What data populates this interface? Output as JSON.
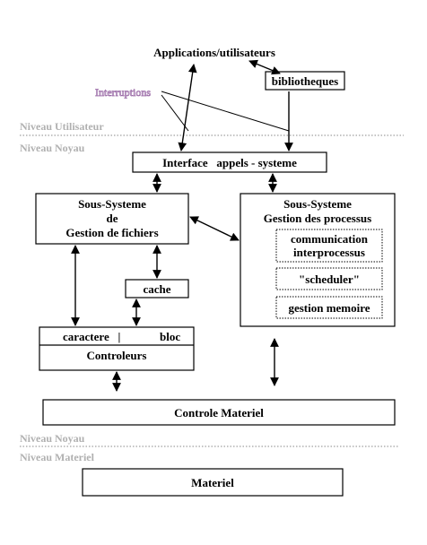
{
  "colors": {
    "line": "#000000",
    "level_text": "#b0b0b0",
    "interrupt_outline": "#9a6aa6"
  },
  "labels": {
    "applications": "Applications/utilisateurs",
    "bibliotheques": "bibliotheques",
    "interruptions": "Interruptions",
    "niveau_utilisateur": "Niveau Utilisateur",
    "niveau_noyau_top": "Niveau Noyau",
    "interface": "Interface   appels - systeme",
    "sgf_line1": "Sous-Systeme",
    "sgf_line2": "de",
    "sgf_line3": "Gestion de fichiers",
    "sgp_line1": "Sous-Systeme",
    "sgp_line2": "Gestion des processus",
    "comm_line1": "communication",
    "comm_line2": "interprocessus",
    "scheduler": "\"scheduler\"",
    "gestion_memoire": "gestion memoire",
    "cache": "cache",
    "caractere": "caractere   |",
    "bloc": "bloc",
    "controleurs": "Controleurs",
    "controle_materiel": "Controle Materiel",
    "niveau_noyau_bottom": "Niveau Noyau",
    "niveau_materiel": "Niveau Materiel",
    "materiel": "Materiel"
  }
}
